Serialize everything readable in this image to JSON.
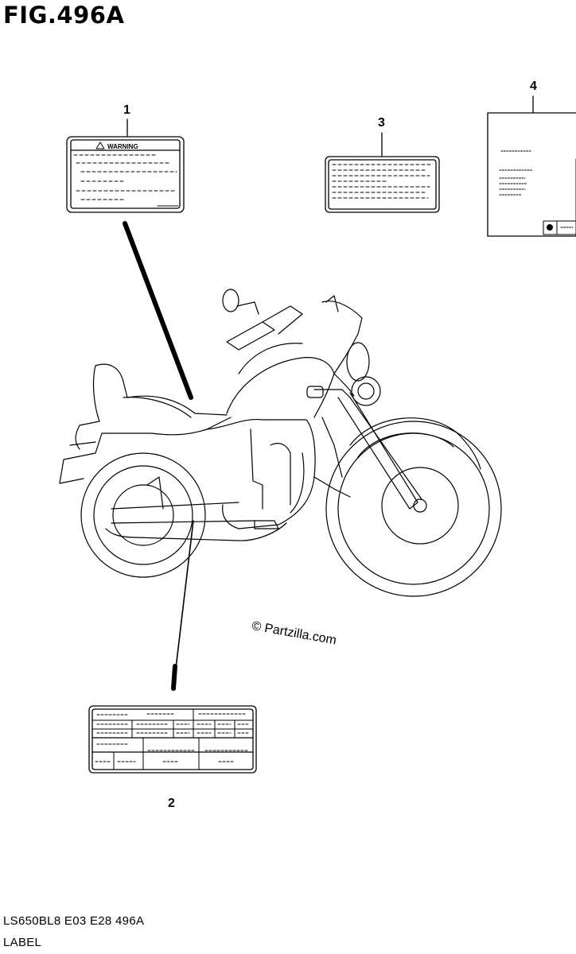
{
  "title": "FIG.496A",
  "footer": {
    "code": "LS650BL8  E03  E28  496A",
    "name": "LABEL"
  },
  "watermark": "© Partzilla.com",
  "labels": {
    "warning_header": "WARNING"
  },
  "callouts": [
    {
      "id": "1",
      "text": "1"
    },
    {
      "id": "2",
      "text": "2"
    },
    {
      "id": "3",
      "text": "3"
    },
    {
      "id": "4",
      "text": "4"
    }
  ]
}
